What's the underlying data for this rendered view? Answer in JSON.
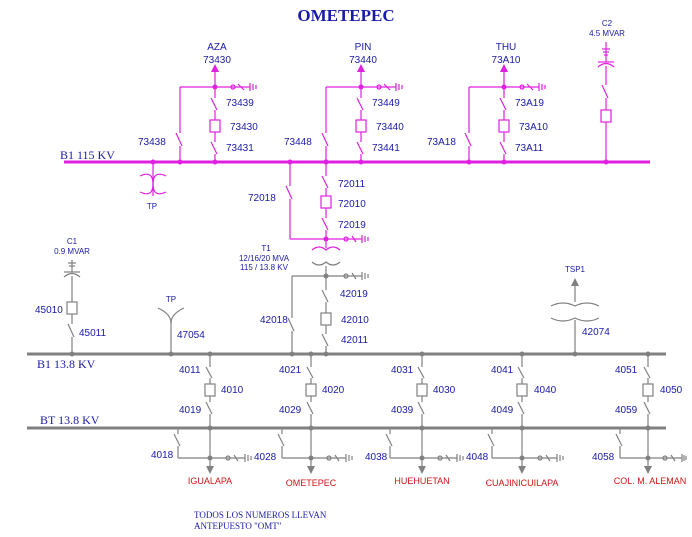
{
  "title": "OMETEPEC",
  "colors": {
    "hv": "#e020e0",
    "mv": "#808080",
    "text": "#1a1aa8",
    "feeder": "#d01515"
  },
  "buses": {
    "b1_115": "B1 115 KV",
    "b1_138": "B1 13.8 KV",
    "bt_138": "BT 13.8 KV"
  },
  "lines_115": [
    {
      "name": "AZA",
      "num": "73430",
      "top": "73439",
      "breaker": "73430",
      "bottom": "73431",
      "bypass": "73438"
    },
    {
      "name": "PIN",
      "num": "73440",
      "top": "73449",
      "breaker": "73440",
      "bottom": "73441",
      "bypass": "73448"
    },
    {
      "name": "THU",
      "num": "73A10",
      "top": "73A19",
      "breaker": "73A10",
      "bottom": "73A11",
      "bypass": "73A18"
    }
  ],
  "cap_c2": {
    "name": "C2",
    "rating": "4.5 MVAR"
  },
  "tp_115": "TP",
  "t1_hv": {
    "top": "72011",
    "breaker": "72010",
    "bottom": "72019",
    "bypass": "72018"
  },
  "transformer_t1": {
    "name": "T1",
    "rating": "12/16/20 MVA",
    "ratio": "115 / 13.8 KV"
  },
  "t1_lv": {
    "top": "42019",
    "breaker": "42010",
    "bottom": "42011",
    "bypass": "42018"
  },
  "cap_c1": {
    "name": "C1",
    "rating": "0.9 MVAR",
    "breaker": "45010",
    "switch": "45011"
  },
  "tp_138": {
    "name": "TP",
    "num": "47054"
  },
  "tsp1": {
    "name": "TSP1",
    "num": "42074"
  },
  "feeders": [
    {
      "top": "4011",
      "breaker": "4010",
      "bottom": "4019",
      "bypass": "4018",
      "name": "IGUALAPA"
    },
    {
      "top": "4021",
      "breaker": "4020",
      "bottom": "4029",
      "bypass": "4028",
      "name": "OMETEPEC"
    },
    {
      "top": "4031",
      "breaker": "4030",
      "bottom": "4039",
      "bypass": "4038",
      "name": "HUEHUETAN"
    },
    {
      "top": "4041",
      "breaker": "4040",
      "bottom": "4049",
      "bypass": "4048",
      "name": "CUAJINICUILAPA"
    },
    {
      "top": "4051",
      "breaker": "4050",
      "bottom": "4059",
      "bypass": "4058",
      "name": "COL. M. ALEMAN"
    }
  ],
  "note": {
    "line1": "TODOS LOS NUMEROS  LLEVAN",
    "line2": "ANTEPUESTO \"OMT\""
  }
}
